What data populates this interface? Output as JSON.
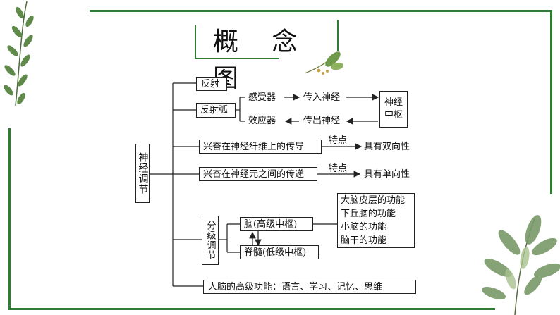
{
  "title": "概 念 图",
  "root": "神经调节",
  "nodes": {
    "reflex": "反射",
    "reflex_arc": "反射弧",
    "receptor": "感受器",
    "afferent": "传入神经",
    "center": "神经\n中枢",
    "effector": "效应器",
    "efferent": "传出神经",
    "fiber_conduction": "兴奋在神经纤维上的传导",
    "fiber_feature_label": "特点",
    "fiber_feature": "具有双向性",
    "neuron_transfer": "兴奋在神经元之间的传递",
    "neuron_feature_label": "特点",
    "neuron_feature": "具有单向性",
    "graded": "分级调节",
    "brain": "脑(高级中枢)",
    "spinal": "脊髓(低级中枢)",
    "brain_functions": [
      "大脑皮层的功能",
      "下丘脑的功能",
      "小脑的功能",
      "脑干的功能"
    ],
    "higher_function": "人脑的高级功能：语言、学习、记忆、思维"
  },
  "colors": {
    "frame": "#2e7d32",
    "line": "#222222"
  },
  "decor": [
    "leaf-branch-left-icon",
    "leaf-sprig-title-icon",
    "leaf-cluster-right-icon"
  ]
}
